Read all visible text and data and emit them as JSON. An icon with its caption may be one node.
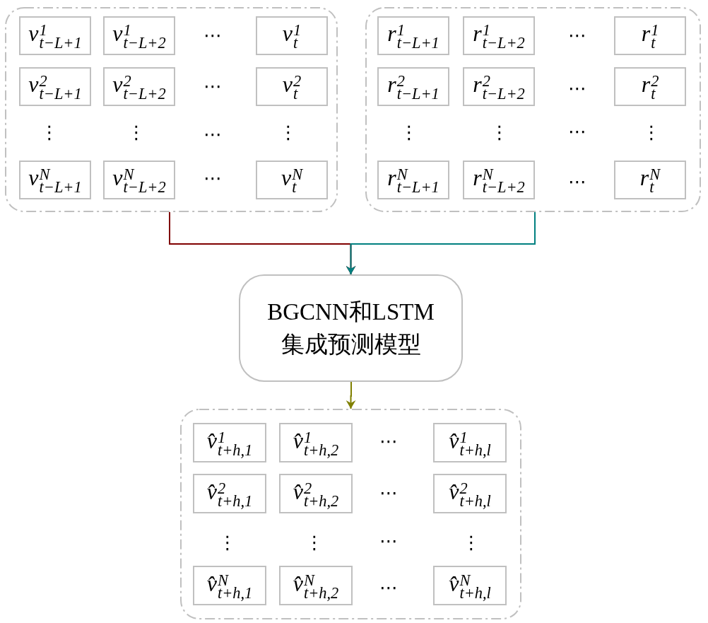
{
  "diagram": {
    "nodes": [
      {
        "text": [],
        "shape": "box"
      },
      {
        "text": [
          "v$^{1}$$_{t−L+1}$"
        ],
        "in": 0
      },
      {
        "text": [
          "v$^{1}$$_{t−L+2}$"
        ],
        "in": 0
      },
      {
        "text": [
          "v$^{1}$$_{t}$"
        ],
        "in": 0
      },
      {
        "text": [
          "v$^{2}$$_{t−L+1}$"
        ],
        "in": 0
      },
      {
        "text": [
          "v$^{2}$$_{t−L+2}$"
        ],
        "in": 0
      },
      {
        "text": [
          "v$^{2}$$_{t}$"
        ],
        "in": 0
      },
      {
        "text": [
          "v$^{N}$$_{t−L+1}$"
        ],
        "in": 0
      },
      {
        "text": [
          "v$^{N}$$_{t−L+2}$"
        ],
        "in": 0
      },
      {
        "text": [
          "v$^{N}$$_{t}$"
        ],
        "in": 0
      },
      {
        "text": [],
        "shape": "box"
      },
      {
        "text": [
          "r$^{1}$$_{t−L+1}$"
        ],
        "in": 10
      },
      {
        "text": [
          "r$^{1}$$_{t−L+2}$"
        ],
        "in": 10
      },
      {
        "text": [
          "r$^{1}$$_{t}$"
        ],
        "in": 10
      },
      {
        "text": [
          "r$^{2}$$_{t−L+1}$"
        ],
        "in": 10
      },
      {
        "text": [
          "r$^{2}$$_{t−L+2}$"
        ],
        "in": 10
      },
      {
        "text": [
          "r$^{2}$$_{t}$"
        ],
        "in": 10
      },
      {
        "text": [
          "r$^{N}$$_{t−L+1}$"
        ],
        "in": 10
      },
      {
        "text": [
          "r$^{N}$$_{t−L+2}$"
        ],
        "in": 10
      },
      {
        "text": [
          "r$^{N}$$_{t}$"
        ],
        "in": 10
      },
      {
        "text": [
          "BGCNN和LSTM集成预测模型"
        ]
      },
      {
        "text": [],
        "shape": "box"
      },
      {
        "text": [
          "v̂$^{1}$$_{t+h,1}$"
        ],
        "in": 21
      },
      {
        "text": [
          "v̂$^{1}$$_{t+h,2}$"
        ],
        "in": 21
      },
      {
        "text": [
          "v̂$^{1}$$_{t+h,l}$"
        ],
        "in": 21
      },
      {
        "text": [
          "v̂$^{2}$$_{t+h,1}$"
        ],
        "in": 21
      },
      {
        "text": [
          "v̂$^{2}$$_{t+h,2}$"
        ],
        "in": 21
      },
      {
        "text": [
          "v̂$^{2}$$_{t+h,l}$"
        ],
        "in": 21
      },
      {
        "text": [
          "v̂$^{N}$$_{t+h,1}$"
        ],
        "in": 21
      },
      {
        "text": [
          "v̂$^{N}$$_{t+h,2}$"
        ],
        "in": 21
      },
      {
        "text": [
          "v̂$^{N}$$_{t+h,l}$"
        ],
        "in": 21
      }
    ],
    "edges": [
      {
        "from": 0,
        "to": 20,
        "arrow": "to",
        "color": "#800000"
      },
      {
        "from": 10,
        "to": 20,
        "arrow": "to",
        "color": "#008080"
      },
      {
        "from": 20,
        "to": 21,
        "arrow": "to",
        "color": "#808000"
      }
    ],
    "labels": [
      "⋯",
      "⋯",
      "⋮",
      "⋮",
      "⋯",
      "⋮",
      "⋯",
      "⋯",
      "⋯",
      "⋮",
      "⋮",
      "⋯",
      "⋮",
      "⋯",
      "⋯",
      "⋯",
      "⋮",
      "⋮",
      "⋯",
      "⋮",
      "⋯"
    ]
  }
}
